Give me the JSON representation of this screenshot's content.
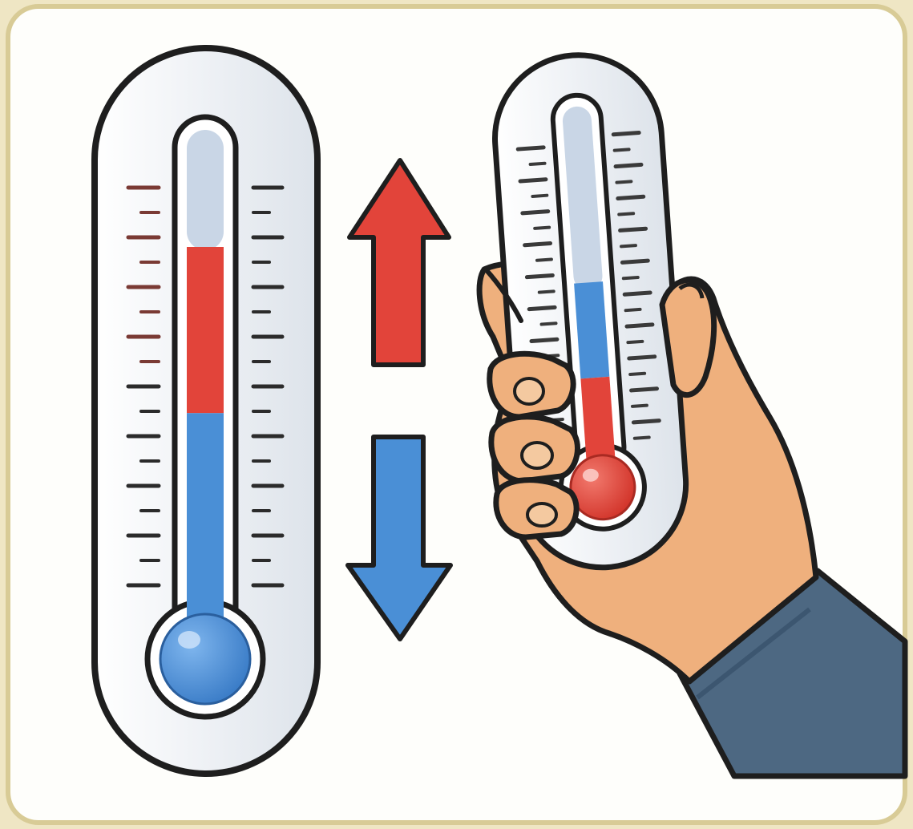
{
  "colors": {
    "card_border": "#d8cb96",
    "card_background": "#fefefb",
    "outline": "#1e1e1e",
    "thermometer_body": "#eef1f5",
    "tube_empty": "#c9d6e6",
    "warm_red": "#e2443a",
    "cool_blue": "#4a8fd6",
    "skin": "#efb07d",
    "sleeve": "#4d6882"
  },
  "left_thermometer": {
    "red_fraction_of_column": 0.43,
    "blue_fraction_of_column": 0.57
  },
  "right_thermometer": {
    "blue_fraction_of_column": 0.5,
    "red_fraction_of_column": 0.5
  },
  "arrows": [
    {
      "direction": "up",
      "color": "warm_red"
    },
    {
      "direction": "down",
      "color": "cool_blue"
    }
  ]
}
